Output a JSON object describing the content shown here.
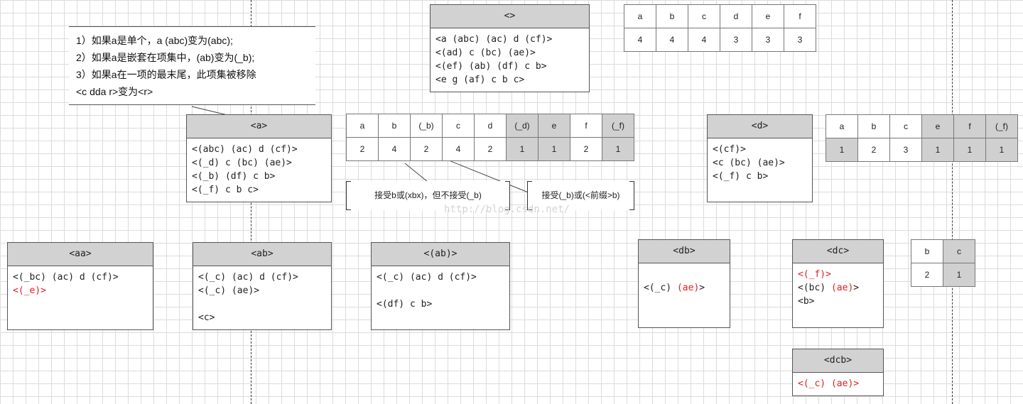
{
  "note": {
    "lines": [
      "1）如果a是单个，a (abc)变为(abc);",
      "2）如果a是嵌套在项集中，(ab)变为(_b);",
      "3）如果a在一项的最末尾，此项集被移除",
      "<c dda r>变为<r>"
    ]
  },
  "boxes": {
    "root": {
      "title": "<>",
      "lines": [
        "<a (abc) (ac) d (cf)>",
        "<(ad) c (bc) (ae)>",
        "<(ef) (ab) (df) c b>",
        "<e g (af) c b c>"
      ]
    },
    "a": {
      "title": "<a>",
      "lines": [
        "<(abc) (ac) d (cf)>",
        "<(_d) c (bc) (ae)>",
        "<(_b) (df) c b>",
        "<(_f) c b c>"
      ]
    },
    "d": {
      "title": "<d>",
      "lines": [
        "<(cf)>",
        "<c (bc) (ae)>",
        "<(_f) c b>"
      ]
    },
    "aa": {
      "title": "<aa>",
      "line1": "<(_bc) (ac) d (cf)>",
      "line2": "<(_e)>"
    },
    "ab": {
      "title": "<ab>",
      "lines": [
        "<(_c) (ac) d (cf)>",
        "<(_c) (ae)>",
        "",
        "<c>"
      ]
    },
    "ab_group": {
      "title": "<(ab)>",
      "lines": [
        "<(_c) (ac) d (cf)>",
        "",
        "<(df) c b>"
      ]
    },
    "db": {
      "title": "<db>",
      "line1_a": "<(_c) ",
      "line1_b": "(ae)",
      "line1_c": ">"
    },
    "dc": {
      "title": "<dc>",
      "line1": "<(_f)>",
      "line2_a": "<(bc) ",
      "line2_b": "(ae)",
      "line2_c": ">",
      "line3": "<b>"
    },
    "dcb": {
      "title": "<dcb>",
      "line1": "<(_c) (ae)>"
    }
  },
  "tables": {
    "root_counts": {
      "headers": [
        "a",
        "b",
        "c",
        "d",
        "e",
        "f"
      ],
      "values": [
        "4",
        "4",
        "4",
        "3",
        "3",
        "3"
      ]
    },
    "a_counts": {
      "headers": [
        "a",
        "b",
        "(_b)",
        "c",
        "d",
        "(_d)",
        "e",
        "f",
        "(_f)"
      ],
      "values": [
        "2",
        "4",
        "2",
        "4",
        "2",
        "1",
        "1",
        "2",
        "1"
      ]
    },
    "d_counts": {
      "headers": [
        "a",
        "b",
        "c",
        "e",
        "f",
        "(_f)"
      ],
      "values": [
        "1",
        "2",
        "3",
        "1",
        "1",
        "1"
      ]
    },
    "dc_counts": {
      "headers": [
        "b",
        "c"
      ],
      "values": [
        "2",
        "1"
      ]
    }
  },
  "callouts": {
    "b_accept": "接受b或(xbx)，但不接受(_b)",
    "underscore_b_accept": "接受(_b)或(<前缀>b)"
  },
  "watermark": "http://blog.csdn.net/"
}
